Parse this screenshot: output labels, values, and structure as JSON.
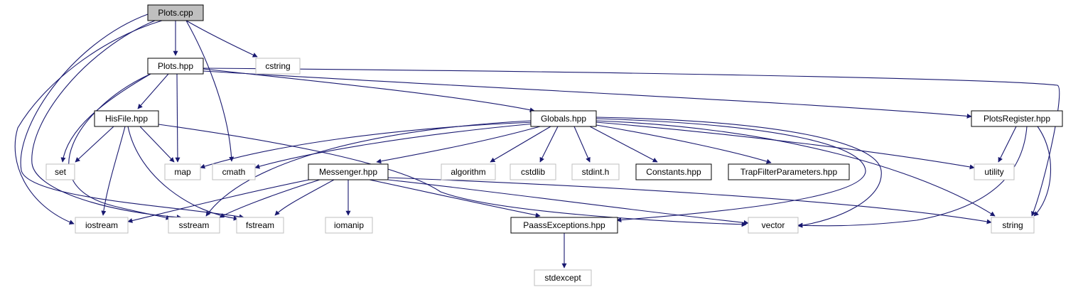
{
  "title": "Plots.cpp",
  "colors": {
    "edge": "#191970",
    "root_fill": "#bfbfbf",
    "documented_border": "#000000",
    "external_border": "#bfbfbf"
  },
  "nodes": {
    "plots_cpp": {
      "label": "Plots.cpp",
      "kind": "root"
    },
    "plots_hpp": {
      "label": "Plots.hpp",
      "kind": "documented"
    },
    "cstring": {
      "label": "cstring",
      "kind": "external"
    },
    "hisfile_hpp": {
      "label": "HisFile.hpp",
      "kind": "documented"
    },
    "globals_hpp": {
      "label": "Globals.hpp",
      "kind": "documented"
    },
    "plotsregister_hpp": {
      "label": "PlotsRegister.hpp",
      "kind": "documented"
    },
    "set": {
      "label": "set",
      "kind": "external"
    },
    "map": {
      "label": "map",
      "kind": "external"
    },
    "cmath": {
      "label": "cmath",
      "kind": "external"
    },
    "messenger_hpp": {
      "label": "Messenger.hpp",
      "kind": "documented"
    },
    "algorithm": {
      "label": "algorithm",
      "kind": "external"
    },
    "cstdlib": {
      "label": "cstdlib",
      "kind": "external"
    },
    "stdint_h": {
      "label": "stdint.h",
      "kind": "external"
    },
    "constants_hpp": {
      "label": "Constants.hpp",
      "kind": "documented"
    },
    "trapfilterparameters_hpp": {
      "label": "TrapFilterParameters.hpp",
      "kind": "documented"
    },
    "utility": {
      "label": "utility",
      "kind": "external"
    },
    "iostream": {
      "label": "iostream",
      "kind": "external"
    },
    "sstream": {
      "label": "sstream",
      "kind": "external"
    },
    "fstream": {
      "label": "fstream",
      "kind": "external"
    },
    "iomanip": {
      "label": "iomanip",
      "kind": "external"
    },
    "paassexceptions_hpp": {
      "label": "PaassExceptions.hpp",
      "kind": "documented"
    },
    "vector": {
      "label": "vector",
      "kind": "external"
    },
    "string": {
      "label": "string",
      "kind": "external"
    },
    "stdexcept": {
      "label": "stdexcept",
      "kind": "external"
    }
  },
  "edges": [
    {
      "from": "plots_cpp",
      "to": "plots_hpp"
    },
    {
      "from": "plots_cpp",
      "to": "cstring"
    },
    {
      "from": "plots_cpp",
      "to": "cmath"
    },
    {
      "from": "plots_cpp",
      "to": "iostream"
    },
    {
      "from": "plots_cpp",
      "to": "sstream"
    },
    {
      "from": "plots_cpp",
      "to": "fstream"
    },
    {
      "from": "plots_hpp",
      "to": "hisfile_hpp"
    },
    {
      "from": "plots_hpp",
      "to": "set"
    },
    {
      "from": "plots_hpp",
      "to": "map"
    },
    {
      "from": "plots_hpp",
      "to": "globals_hpp"
    },
    {
      "from": "plots_hpp",
      "to": "plotsregister_hpp"
    },
    {
      "from": "plots_hpp",
      "to": "string"
    },
    {
      "from": "plots_hpp",
      "to": "sstream"
    },
    {
      "from": "hisfile_hpp",
      "to": "set"
    },
    {
      "from": "hisfile_hpp",
      "to": "map"
    },
    {
      "from": "hisfile_hpp",
      "to": "iostream"
    },
    {
      "from": "hisfile_hpp",
      "to": "fstream"
    },
    {
      "from": "hisfile_hpp",
      "to": "vector"
    },
    {
      "from": "globals_hpp",
      "to": "map"
    },
    {
      "from": "globals_hpp",
      "to": "cmath"
    },
    {
      "from": "globals_hpp",
      "to": "messenger_hpp"
    },
    {
      "from": "globals_hpp",
      "to": "algorithm"
    },
    {
      "from": "globals_hpp",
      "to": "cstdlib"
    },
    {
      "from": "globals_hpp",
      "to": "stdint_h"
    },
    {
      "from": "globals_hpp",
      "to": "constants_hpp"
    },
    {
      "from": "globals_hpp",
      "to": "trapfilterparameters_hpp"
    },
    {
      "from": "globals_hpp",
      "to": "utility"
    },
    {
      "from": "globals_hpp",
      "to": "sstream"
    },
    {
      "from": "globals_hpp",
      "to": "paassexceptions_hpp"
    },
    {
      "from": "globals_hpp",
      "to": "vector"
    },
    {
      "from": "globals_hpp",
      "to": "string"
    },
    {
      "from": "plotsregister_hpp",
      "to": "utility"
    },
    {
      "from": "plotsregister_hpp",
      "to": "vector"
    },
    {
      "from": "plotsregister_hpp",
      "to": "string"
    },
    {
      "from": "messenger_hpp",
      "to": "iostream"
    },
    {
      "from": "messenger_hpp",
      "to": "sstream"
    },
    {
      "from": "messenger_hpp",
      "to": "fstream"
    },
    {
      "from": "messenger_hpp",
      "to": "iomanip"
    },
    {
      "from": "messenger_hpp",
      "to": "paassexceptions_hpp"
    },
    {
      "from": "messenger_hpp",
      "to": "vector"
    },
    {
      "from": "messenger_hpp",
      "to": "string"
    },
    {
      "from": "paassexceptions_hpp",
      "to": "stdexcept"
    }
  ]
}
